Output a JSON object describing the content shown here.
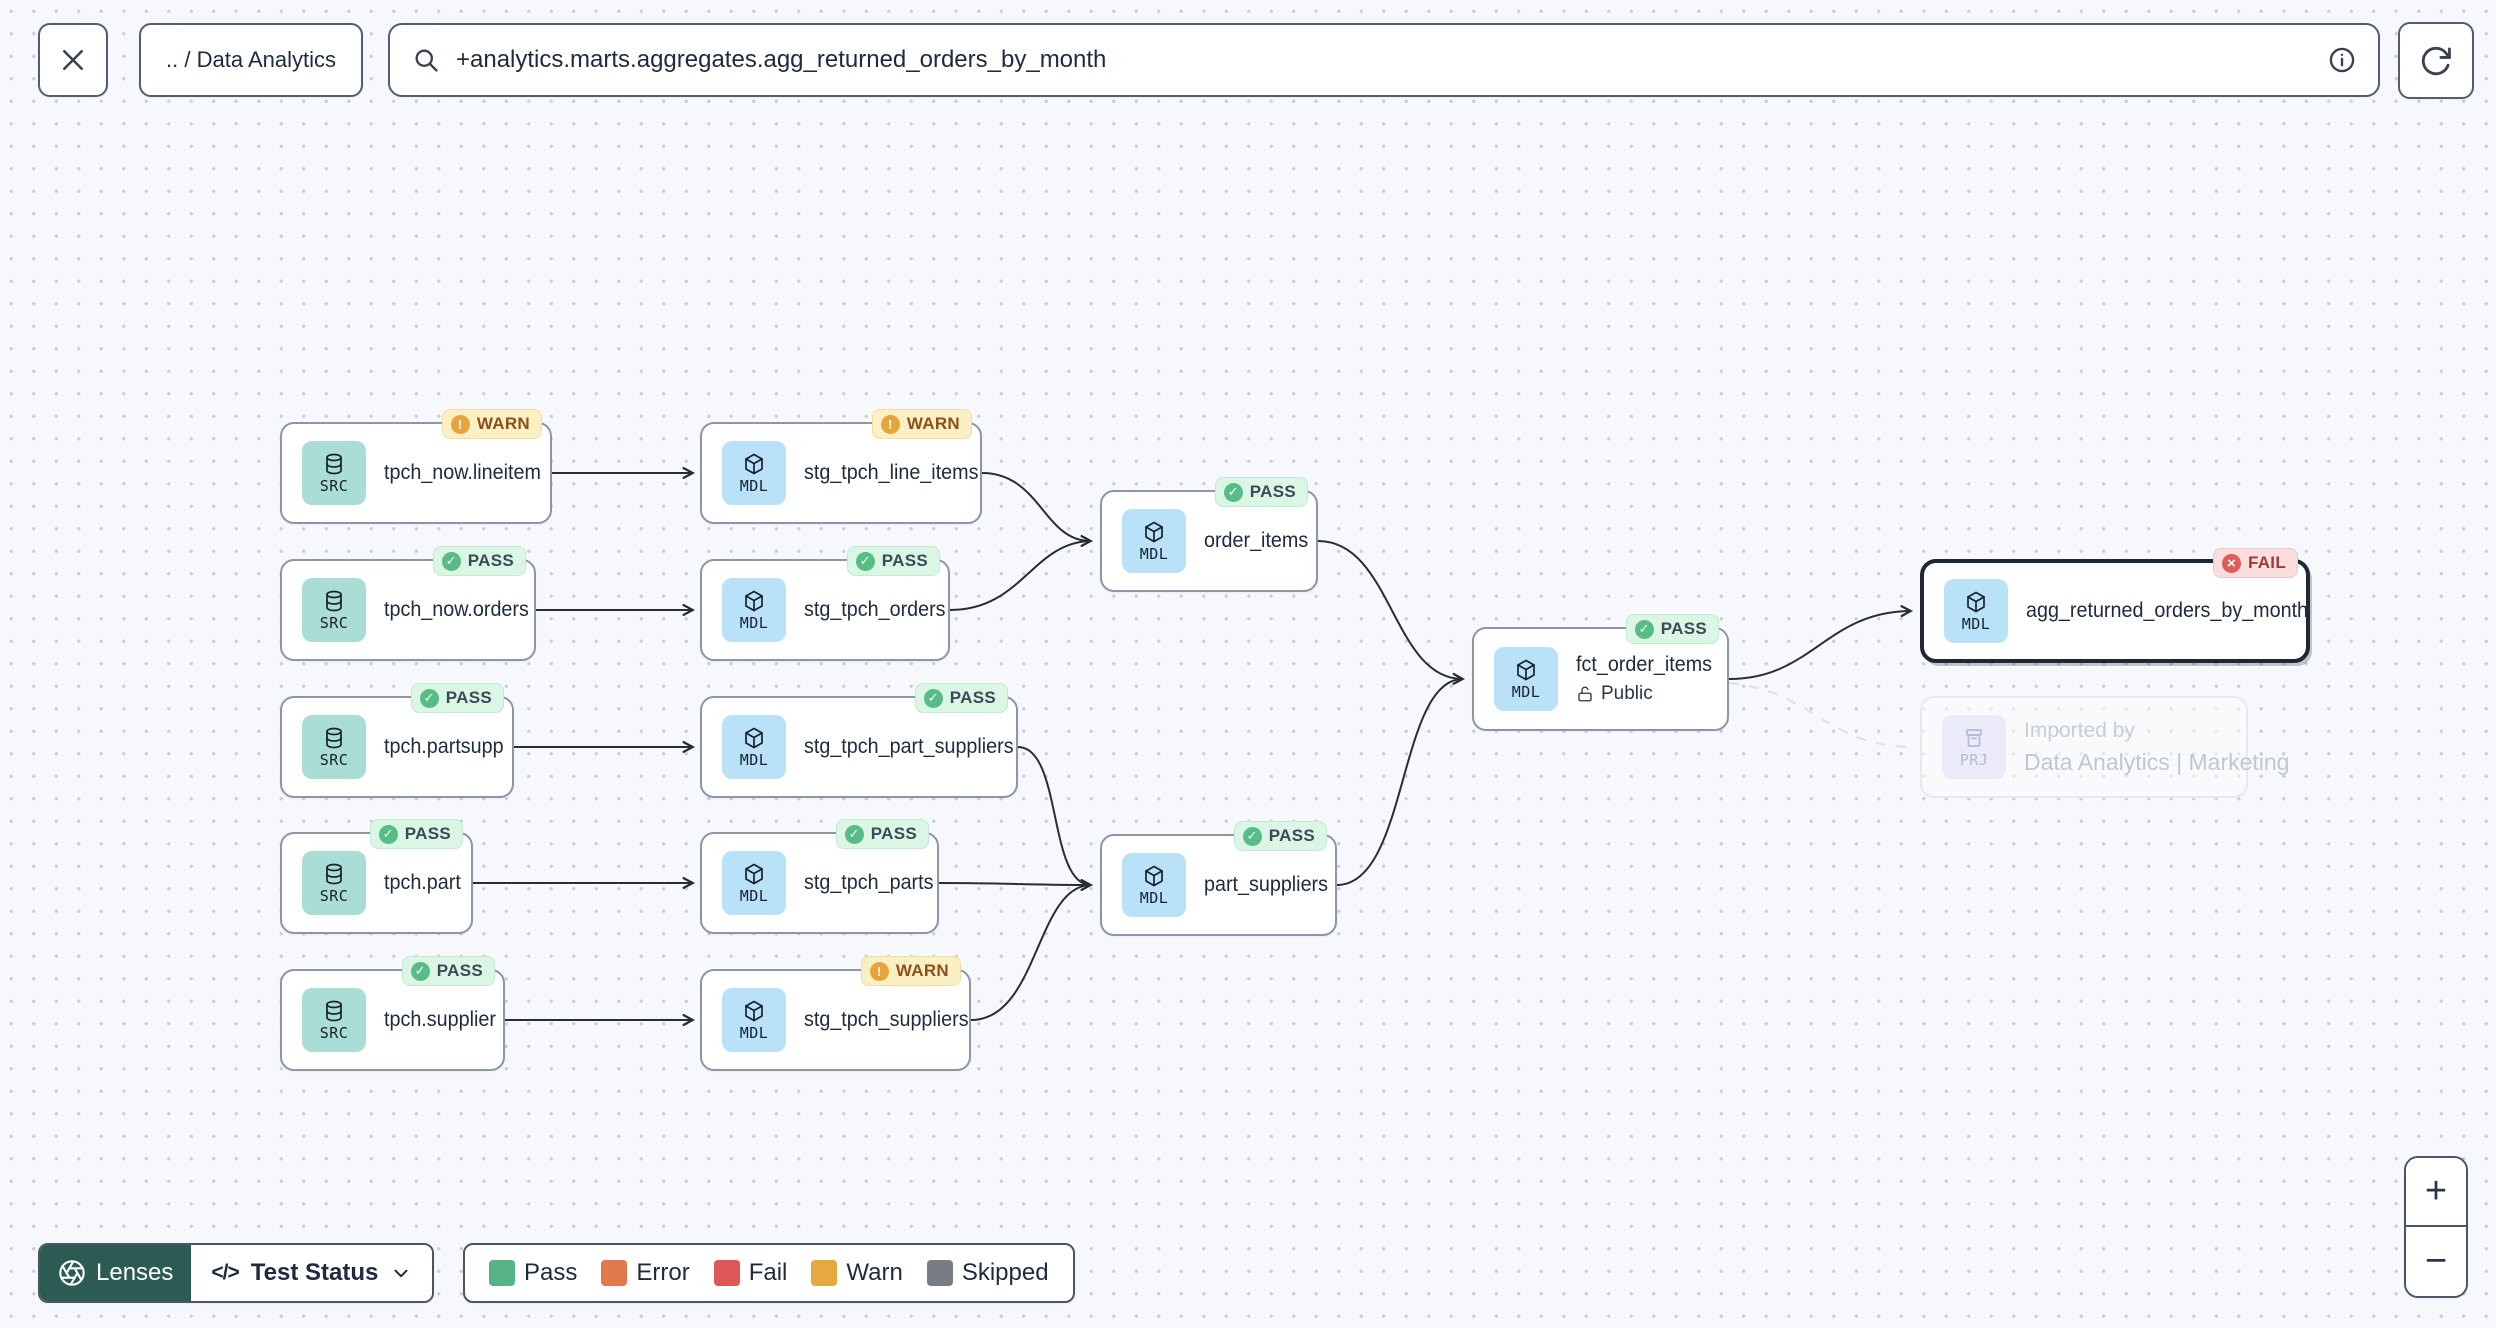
{
  "toolbar": {
    "breadcrumb": ".. / Data Analytics",
    "search_value": "+analytics.marts.aggregates.agg_returned_orders_by_month"
  },
  "graph": {
    "nodes": [
      {
        "label": "tpch_now.lineitem",
        "type": "SRC",
        "status": "WARN"
      },
      {
        "label": "stg_tpch_line_items",
        "type": "MDL",
        "status": "WARN"
      },
      {
        "label": "tpch_now.orders",
        "type": "SRC",
        "status": "PASS"
      },
      {
        "label": "stg_tpch_orders",
        "type": "MDL",
        "status": "PASS"
      },
      {
        "label": "tpch.partsupp",
        "type": "SRC",
        "status": "PASS"
      },
      {
        "label": "stg_tpch_part_suppliers",
        "type": "MDL",
        "status": "PASS"
      },
      {
        "label": "tpch.part",
        "type": "SRC",
        "status": "PASS"
      },
      {
        "label": "stg_tpch_parts",
        "type": "MDL",
        "status": "PASS"
      },
      {
        "label": "tpch.supplier",
        "type": "SRC",
        "status": "PASS"
      },
      {
        "label": "stg_tpch_suppliers",
        "type": "MDL",
        "status": "WARN"
      },
      {
        "label": "order_items",
        "type": "MDL",
        "status": "PASS"
      },
      {
        "label": "part_suppliers",
        "type": "MDL",
        "status": "PASS"
      },
      {
        "label": "fct_order_items",
        "type": "MDL",
        "status": "PASS",
        "visibility": "Public"
      },
      {
        "label": "agg_returned_orders_by_month",
        "type": "MDL",
        "status": "FAIL",
        "selected": true
      }
    ],
    "ghost_node": {
      "title": "Imported by",
      "subtitle": "Data Analytics | Marketing",
      "type": "PRJ"
    }
  },
  "lenses": {
    "button_label": "Lenses",
    "selected_lens": "Test Status"
  },
  "legend": {
    "items": [
      {
        "label": "Pass",
        "color": "#55B385"
      },
      {
        "label": "Error",
        "color": "#E2794B"
      },
      {
        "label": "Fail",
        "color": "#DD5757"
      },
      {
        "label": "Warn",
        "color": "#E6A93F"
      },
      {
        "label": "Skipped",
        "color": "#787D84"
      }
    ]
  },
  "zoom_controls": {
    "zoom_in": "+",
    "zoom_out": "−"
  },
  "status_colors": {
    "pass_badge": "#DBF6E5",
    "warn_badge": "#FAF0C4",
    "fail_badge": "#FADDDD",
    "pass_dot": "#57BC85",
    "warn_dot": "#E7A33C",
    "fail_dot": "#E05B5B"
  },
  "icons": {
    "close": "✕",
    "search": "⌕",
    "info": "ⓘ",
    "refresh": "⟳",
    "lenses": "aperture",
    "lens_type": "</>",
    "chevron_down": "⌄",
    "source_chip": "database",
    "model_chip": "cube",
    "project_chip": "archive",
    "public": "unlocked-padlock",
    "pass": "✓",
    "warn": "!",
    "fail": "×",
    "zoom_in": "+",
    "zoom_out": "−"
  }
}
